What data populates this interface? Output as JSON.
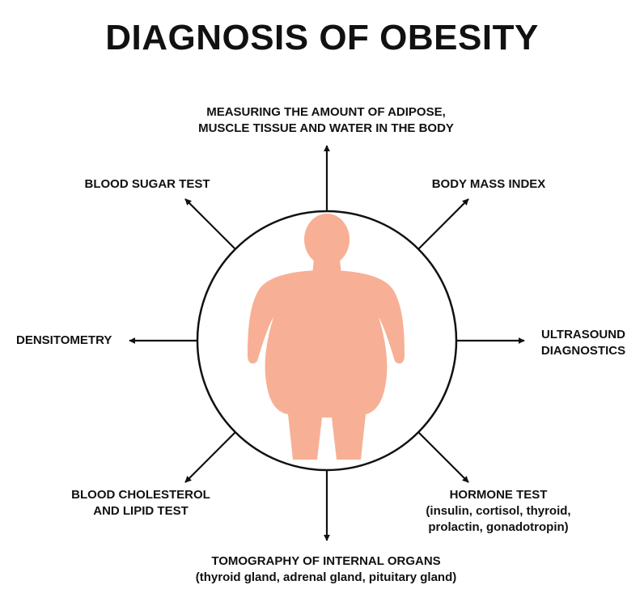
{
  "title": "DIAGNOSIS OF OBESITY",
  "colors": {
    "body_fill": "#F7B095",
    "line": "#111111",
    "background": "#FFFFFF"
  },
  "center_icon": "obese-person-silhouette-icon",
  "methods": {
    "top": {
      "line1": "MEASURING THE AMOUNT OF ADIPOSE,",
      "line2": "MUSCLE TISSUE AND WATER IN THE BODY"
    },
    "top_left": {
      "line1": "BLOOD SUGAR TEST"
    },
    "top_right": {
      "line1": "BODY MASS INDEX"
    },
    "left": {
      "line1": "DENSITOMETRY"
    },
    "right": {
      "line1": "ULTRASOUND",
      "line2": "DIAGNOSTICS"
    },
    "bottom_left": {
      "line1": "BLOOD CHOLESTEROL",
      "line2": "AND LIPID TEST"
    },
    "bottom_right": {
      "line1": "HORMONE TEST",
      "line2": "(insulin, cortisol, thyroid,",
      "line3": "prolactin, gonadotropin)"
    },
    "bottom": {
      "line1": "TOMOGRAPHY OF INTERNAL ORGANS",
      "line2": "(thyroid gland, adrenal gland, pituitary gland)"
    }
  }
}
